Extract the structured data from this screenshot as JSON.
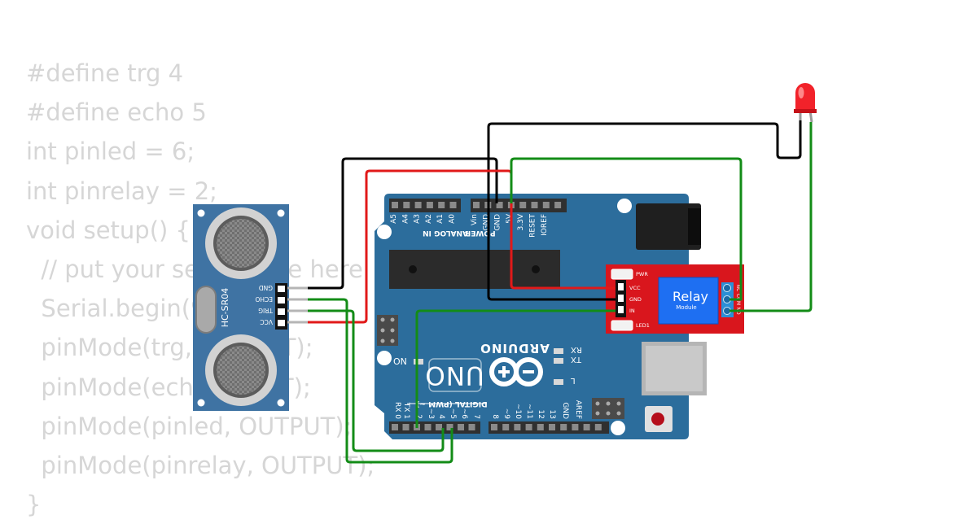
{
  "code_lines": [
    "#define trg 4",
    "#define echo 5",
    "int pinled = 6;",
    "int pinrelay = 2;",
    "void setup() {",
    "  // put your setup code here",
    "  Serial.begin(9600);",
    "  pinMode(trg, OUTPUT);",
    "  pinMode(echo, INPUT);",
    "  pinMode(pinled, OUTPUT);",
    "  pinMode(pinrelay, OUTPUT);",
    "}"
  ],
  "sensor": {
    "model": "HC-SR04",
    "pins": [
      "GND",
      "ECHO",
      "TRIG",
      "VCC"
    ]
  },
  "arduino": {
    "brand": "ARDUINO",
    "model": "UNO",
    "on_label": "ON",
    "analog_header_label": "ANALOG IN",
    "power_header_label": "POWER",
    "digital_header_label": "DIGITAL (PWM ~)",
    "analog_pins": [
      "A5",
      "A4",
      "A3",
      "A2",
      "A1",
      "A0"
    ],
    "power_pins": [
      "Vin",
      "GND",
      "GND",
      "5V",
      "3.3V",
      "RESET",
      "IOREF"
    ],
    "digital_pins": [
      "RX 0",
      "TX 1",
      "2",
      "~3",
      "4",
      "~5",
      "~6",
      "7",
      "8",
      "~9",
      "~10",
      "~11",
      "12",
      "13",
      "GND",
      "AREF"
    ],
    "leds": [
      "RX",
      "TX",
      "L"
    ]
  },
  "relay": {
    "title": "Relay",
    "subtitle": "Module",
    "pins": [
      "VCC",
      "GND",
      "IN"
    ],
    "leds": [
      "PWR",
      "LED1"
    ],
    "terminals": [
      "NC",
      "COM",
      "NO"
    ]
  },
  "colors": {
    "board": "#2c6d9c",
    "relay_pcb": "#d9161d",
    "relay_blue": "#1e6ff2",
    "sensor": "#3f73a3",
    "wire_black": "#000000",
    "wire_red": "#e11919",
    "wire_green": "#138c17",
    "led_red": "#f2222a",
    "code_text": "#d6d6d6"
  }
}
